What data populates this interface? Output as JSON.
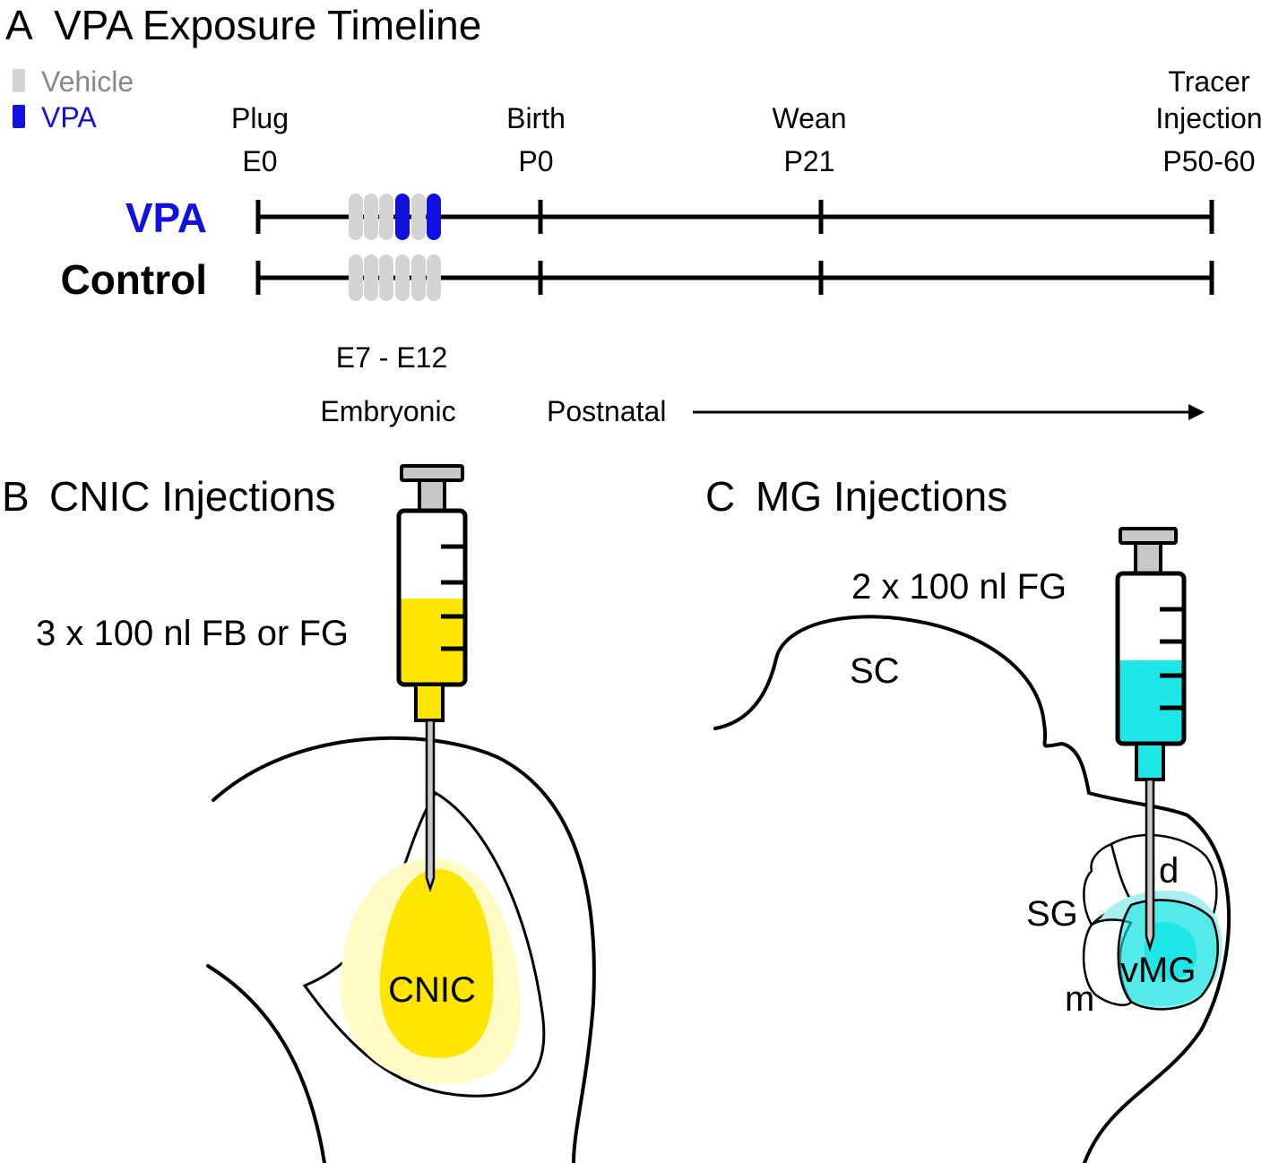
{
  "panel_a": {
    "letter": "A",
    "title": "VPA Exposure Timeline",
    "legend": {
      "vehicle_label": "Vehicle",
      "vpa_label": "VPA",
      "vehicle_color": "#d3d3d3",
      "vpa_color": "#1010e0"
    },
    "milestones": [
      {
        "line1": "Plug",
        "line2": "E0"
      },
      {
        "line1": "Birth",
        "line2": "P0"
      },
      {
        "line1": "Wean",
        "line2": "P21"
      },
      {
        "line1": "Tracer",
        "line1b": "Injection",
        "line2": "P50-60"
      }
    ],
    "rows": [
      {
        "label": "VPA",
        "color": "#1010e0"
      },
      {
        "label": "Control",
        "color": "#000000"
      }
    ],
    "dose_window": "E7 - E12",
    "embryonic_label": "Embryonic",
    "postnatal_label": "Postnatal"
  },
  "panel_b": {
    "letter": "B",
    "title": "CNIC Injections",
    "dose": "3 x 100 nl FB or FG",
    "region": "CNIC",
    "tracer_color": "#ffe600"
  },
  "panel_c": {
    "letter": "C",
    "title": "MG Injections",
    "dose": "2 x 100 nl FG",
    "regions": {
      "sc": "SC",
      "sg": "SG",
      "d": "d",
      "vmg": "vMG",
      "m": "m"
    },
    "tracer_color": "#1ee6e6"
  }
}
